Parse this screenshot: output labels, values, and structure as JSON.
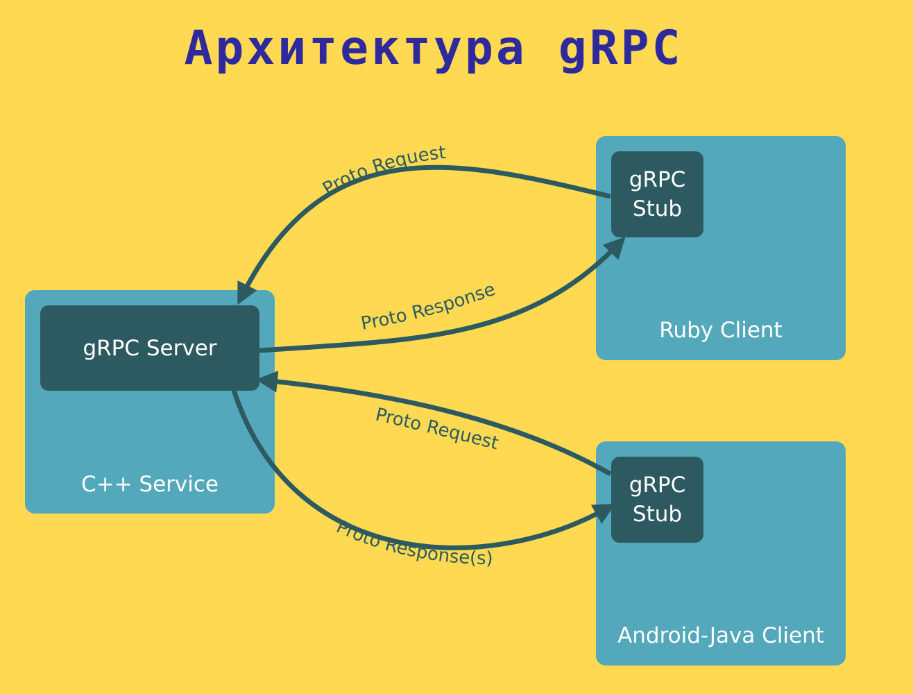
{
  "title": "Архитектура gRPC",
  "colors": {
    "background": "#FFD952",
    "title": "#2E2A9E",
    "panel": "#54A8BB",
    "node": "#2C5A60",
    "arrow": "#2C5A60"
  },
  "cpp_service": {
    "label": "C++ Service",
    "server_label": "gRPC Server"
  },
  "ruby_client": {
    "label": "Ruby Client",
    "stub_line1": "gRPC",
    "stub_line2": "Stub"
  },
  "android_client": {
    "label": "Android-Java Client",
    "stub_line1": "gRPC",
    "stub_line2": "Stub"
  },
  "arrows": {
    "ruby_request": "Proto Request",
    "ruby_response": "Proto Response",
    "android_request": "Proto Request",
    "android_response": "Proto Response(s)"
  }
}
